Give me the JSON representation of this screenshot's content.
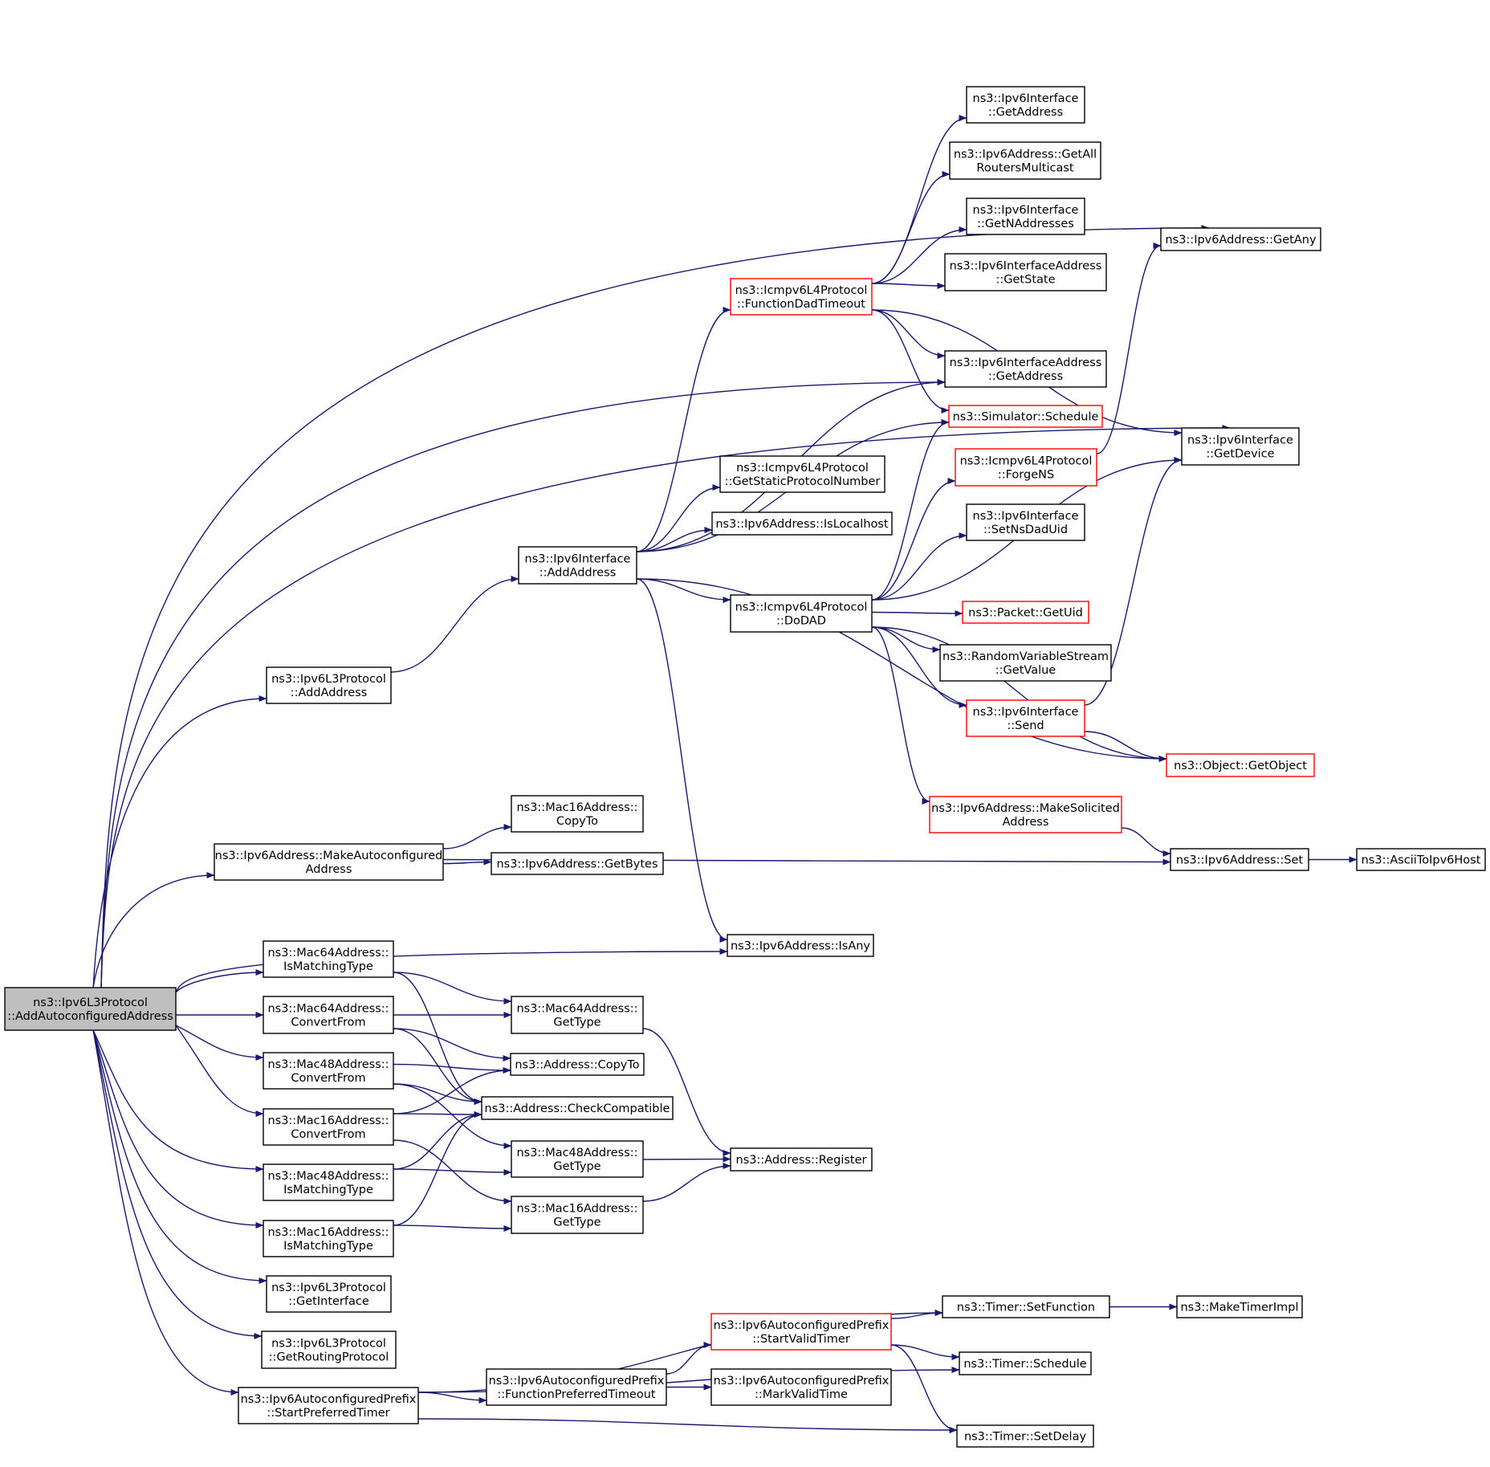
{
  "colors": {
    "edge": "#191970",
    "node_border": "#000000",
    "truncated_border": "#ff0000",
    "root_fill": "#bfbfbf",
    "node_fill": "#ffffff"
  },
  "nodes": {
    "root": {
      "lines": [
        "ns3::Ipv6L3Protocol",
        "::AddAutoconfiguredAddress"
      ],
      "style": "root"
    },
    "l3add": {
      "lines": [
        "ns3::Ipv6L3Protocol",
        "::AddAddress"
      ],
      "style": "normal"
    },
    "ifadd": {
      "lines": [
        "ns3::Ipv6Interface",
        "::AddAddress"
      ],
      "style": "normal"
    },
    "mkauto": {
      "lines": [
        "ns3::Ipv6Address::MakeAutoconfigured",
        "Address"
      ],
      "style": "normal"
    },
    "m16copy": {
      "lines": [
        "ns3::Mac16Address::",
        "CopyTo"
      ],
      "style": "normal"
    },
    "getbytes": {
      "lines": [
        "ns3::Ipv6Address::GetBytes"
      ],
      "style": "normal"
    },
    "isany": {
      "lines": [
        "ns3::Ipv6Address::IsAny"
      ],
      "style": "normal"
    },
    "m64match": {
      "lines": [
        "ns3::Mac64Address::",
        "IsMatchingType"
      ],
      "style": "normal"
    },
    "m64conv": {
      "lines": [
        "ns3::Mac64Address::",
        "ConvertFrom"
      ],
      "style": "normal"
    },
    "m48conv": {
      "lines": [
        "ns3::Mac48Address::",
        "ConvertFrom"
      ],
      "style": "normal"
    },
    "m16conv": {
      "lines": [
        "ns3::Mac16Address::",
        "ConvertFrom"
      ],
      "style": "normal"
    },
    "m48match": {
      "lines": [
        "ns3::Mac48Address::",
        "IsMatchingType"
      ],
      "style": "normal"
    },
    "m16match": {
      "lines": [
        "ns3::Mac16Address::",
        "IsMatchingType"
      ],
      "style": "normal"
    },
    "getiface": {
      "lines": [
        "ns3::Ipv6L3Protocol",
        "::GetInterface"
      ],
      "style": "normal"
    },
    "getrp": {
      "lines": [
        "ns3::Ipv6L3Protocol",
        "::GetRoutingProtocol"
      ],
      "style": "normal"
    },
    "startpref": {
      "lines": [
        "ns3::Ipv6AutoconfiguredPrefix",
        "::StartPreferredTimer"
      ],
      "style": "normal"
    },
    "m64type": {
      "lines": [
        "ns3::Mac64Address::",
        "GetType"
      ],
      "style": "normal"
    },
    "acopy": {
      "lines": [
        "ns3::Address::CopyTo"
      ],
      "style": "normal"
    },
    "acheck": {
      "lines": [
        "ns3::Address::CheckCompatible"
      ],
      "style": "normal"
    },
    "m48type": {
      "lines": [
        "ns3::Mac48Address::",
        "GetType"
      ],
      "style": "normal"
    },
    "m16type": {
      "lines": [
        "ns3::Mac16Address::",
        "GetType"
      ],
      "style": "normal"
    },
    "fpref": {
      "lines": [
        "ns3::Ipv6AutoconfiguredPrefix",
        "::FunctionPreferredTimeout"
      ],
      "style": "normal"
    },
    "svalid": {
      "lines": [
        "ns3::Ipv6AutoconfiguredPrefix",
        "::StartValidTimer"
      ],
      "style": "truncated"
    },
    "mvalid": {
      "lines": [
        "ns3::Ipv6AutoconfiguredPrefix",
        "::MarkValidTime"
      ],
      "style": "normal"
    },
    "fdad": {
      "lines": [
        "ns3::Icmpv6L4Protocol",
        "::FunctionDadTimeout"
      ],
      "style": "truncated"
    },
    "gspn": {
      "lines": [
        "ns3::Icmpv6L4Protocol",
        "::GetStaticProtocolNumber"
      ],
      "style": "normal"
    },
    "islocal": {
      "lines": [
        "ns3::Ipv6Address::IsLocalhost"
      ],
      "style": "normal"
    },
    "dodad": {
      "lines": [
        "ns3::Icmpv6L4Protocol",
        "::DoDAD"
      ],
      "style": "normal"
    },
    "areg": {
      "lines": [
        "ns3::Address::Register"
      ],
      "style": "normal"
    },
    "ifgaddr": {
      "lines": [
        "ns3::Ipv6Interface",
        "::GetAddress"
      ],
      "style": "normal"
    },
    "garm": {
      "lines": [
        "ns3::Ipv6Address::GetAll",
        "RoutersMulticast"
      ],
      "style": "normal"
    },
    "gnaddr": {
      "lines": [
        "ns3::Ipv6Interface",
        "::GetNAddresses"
      ],
      "style": "normal"
    },
    "iastate": {
      "lines": [
        "ns3::Ipv6InterfaceAddress",
        "::GetState"
      ],
      "style": "normal"
    },
    "iaaddr": {
      "lines": [
        "ns3::Ipv6InterfaceAddress",
        "::GetAddress"
      ],
      "style": "normal"
    },
    "simsched": {
      "lines": [
        "ns3::Simulator::Schedule"
      ],
      "style": "truncated"
    },
    "forgens": {
      "lines": [
        "ns3::Icmpv6L4Protocol",
        "::ForgeNS"
      ],
      "style": "truncated"
    },
    "setns": {
      "lines": [
        "ns3::Ipv6Interface",
        "::SetNsDadUid"
      ],
      "style": "normal"
    },
    "pktuid": {
      "lines": [
        "ns3::Packet::GetUid"
      ],
      "style": "truncated"
    },
    "rvs": {
      "lines": [
        "ns3::RandomVariableStream",
        "::GetValue"
      ],
      "style": "normal"
    },
    "ifsend": {
      "lines": [
        "ns3::Ipv6Interface",
        "::Send"
      ],
      "style": "truncated"
    },
    "mksol": {
      "lines": [
        "ns3::Ipv6Address::MakeSolicited",
        "Address"
      ],
      "style": "truncated"
    },
    "tsetfn": {
      "lines": [
        "ns3::Timer::SetFunction"
      ],
      "style": "normal"
    },
    "tsched": {
      "lines": [
        "ns3::Timer::Schedule"
      ],
      "style": "normal"
    },
    "tdelay": {
      "lines": [
        "ns3::Timer::SetDelay"
      ],
      "style": "normal"
    },
    "getany": {
      "lines": [
        "ns3::Ipv6Address::GetAny"
      ],
      "style": "normal"
    },
    "getdev": {
      "lines": [
        "ns3::Ipv6Interface",
        "::GetDevice"
      ],
      "style": "normal"
    },
    "getobj": {
      "lines": [
        "ns3::Object::GetObject"
      ],
      "style": "truncated"
    },
    "ipv6set": {
      "lines": [
        "ns3::Ipv6Address::Set"
      ],
      "style": "normal"
    },
    "mktimer": {
      "lines": [
        "ns3::MakeTimerImpl"
      ],
      "style": "normal"
    },
    "ascii": {
      "lines": [
        "ns3::AsciiToIpv6Host"
      ],
      "style": "normal"
    }
  },
  "edges": [
    [
      "root",
      "l3add"
    ],
    [
      "root",
      "mkauto"
    ],
    [
      "root",
      "isany"
    ],
    [
      "root",
      "m64match"
    ],
    [
      "root",
      "m64conv"
    ],
    [
      "root",
      "m48conv"
    ],
    [
      "root",
      "m16conv"
    ],
    [
      "root",
      "m48match"
    ],
    [
      "root",
      "m16match"
    ],
    [
      "root",
      "getiface"
    ],
    [
      "root",
      "getrp"
    ],
    [
      "root",
      "startpref"
    ],
    [
      "root",
      "getany"
    ],
    [
      "root",
      "getdev"
    ],
    [
      "root",
      "iaaddr"
    ],
    [
      "l3add",
      "ifadd"
    ],
    [
      "ifadd",
      "fdad"
    ],
    [
      "ifadd",
      "iaaddr"
    ],
    [
      "ifadd",
      "gspn"
    ],
    [
      "ifadd",
      "islocal"
    ],
    [
      "ifadd",
      "simsched"
    ],
    [
      "ifadd",
      "dodad"
    ],
    [
      "ifadd",
      "isany"
    ],
    [
      "ifadd",
      "getobj"
    ],
    [
      "mkauto",
      "m16copy"
    ],
    [
      "mkauto",
      "getbytes"
    ],
    [
      "mkauto",
      "ipv6set"
    ],
    [
      "m64match",
      "m64type"
    ],
    [
      "m64match",
      "acheck"
    ],
    [
      "m64conv",
      "m64type"
    ],
    [
      "m64conv",
      "acopy"
    ],
    [
      "m64conv",
      "acheck"
    ],
    [
      "m48conv",
      "acopy"
    ],
    [
      "m48conv",
      "acheck"
    ],
    [
      "m48conv",
      "m48type"
    ],
    [
      "m16conv",
      "acopy"
    ],
    [
      "m16conv",
      "acheck"
    ],
    [
      "m16conv",
      "m16type"
    ],
    [
      "m48match",
      "acheck"
    ],
    [
      "m48match",
      "m48type"
    ],
    [
      "m16match",
      "acheck"
    ],
    [
      "m16match",
      "m16type"
    ],
    [
      "m64type",
      "areg"
    ],
    [
      "m48type",
      "areg"
    ],
    [
      "m16type",
      "areg"
    ],
    [
      "startpref",
      "fpref"
    ],
    [
      "startpref",
      "tsetfn"
    ],
    [
      "startpref",
      "tsched"
    ],
    [
      "startpref",
      "tdelay"
    ],
    [
      "fpref",
      "svalid"
    ],
    [
      "fpref",
      "mvalid"
    ],
    [
      "svalid",
      "tsetfn"
    ],
    [
      "svalid",
      "tsched"
    ],
    [
      "svalid",
      "tdelay"
    ],
    [
      "tsetfn",
      "mktimer"
    ],
    [
      "fdad",
      "ifgaddr"
    ],
    [
      "fdad",
      "garm"
    ],
    [
      "fdad",
      "gnaddr"
    ],
    [
      "fdad",
      "iastate"
    ],
    [
      "fdad",
      "iaaddr"
    ],
    [
      "fdad",
      "simsched"
    ],
    [
      "fdad",
      "getdev"
    ],
    [
      "dodad",
      "simsched"
    ],
    [
      "dodad",
      "forgens"
    ],
    [
      "dodad",
      "setns"
    ],
    [
      "dodad",
      "pktuid"
    ],
    [
      "dodad",
      "rvs"
    ],
    [
      "dodad",
      "ifsend"
    ],
    [
      "dodad",
      "mksol"
    ],
    [
      "dodad",
      "getobj"
    ],
    [
      "dodad",
      "getdev"
    ],
    [
      "forgens",
      "getany"
    ],
    [
      "ifsend",
      "getobj"
    ],
    [
      "ifsend",
      "getdev"
    ],
    [
      "mksol",
      "ipv6set"
    ],
    [
      "ipv6set",
      "ascii"
    ]
  ]
}
